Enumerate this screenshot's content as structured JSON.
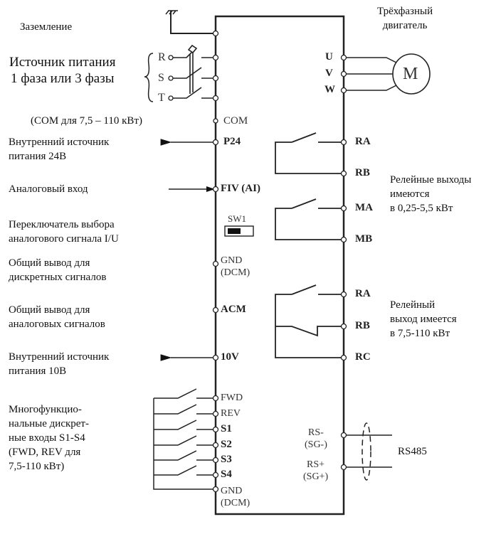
{
  "labels": {
    "ground": "Заземление",
    "motor": "Трёхфазный\nдвигатель",
    "power_source": "Источник питания\n1 фаза или 3 фазы",
    "com_note": "(COM для 7,5 – 110 кВт)",
    "internal_24v": "Внутренний источник\nпитания 24В",
    "analog_input": "Аналоговый вход",
    "sw_selector": "Переключатель выбора\nаналогового сигнала I/U",
    "common_discrete": "Общий вывод для\nдискретных сигналов",
    "common_analog": "Общий вывод для\nаналоговых сигналов",
    "internal_10v": "Внутренний источник\nпитания 10В",
    "multi_inputs": "Многофункцио-\nнальные дискрет-\nные входы S1-S4\n(FWD, REV для\n7,5-110 кВт)",
    "relay_small": "Релейные выходы\nимеются\nв 0,25-5,5 кВт",
    "relay_large": "Релейный\nвыход имеется\nв 7,5-110 кВт",
    "rs485": "RS485"
  },
  "supply_phases": [
    "R",
    "S",
    "T"
  ],
  "motor_terminals": [
    "U",
    "V",
    "W"
  ],
  "motor_symbol": "M",
  "left_terminals": {
    "com": "COM",
    "p24": "P24",
    "fiv": "FIV (AI)",
    "sw1": "SW1",
    "gnd1": "GND\n(DCM)",
    "acm": "ACM",
    "v10": "10V",
    "fwd": "FWD",
    "rev": "REV",
    "s1": "S1",
    "s2": "S2",
    "s3": "S3",
    "s4": "S4",
    "gnd2": "GND\n(DCM)"
  },
  "right_terminals": {
    "ra1": "RA",
    "rb1": "RB",
    "ma": "MA",
    "mb": "MB",
    "ra2": "RA",
    "rb2": "RB",
    "rc": "RC",
    "rs_minus": "RS-\n(SG-)",
    "rs_plus": "RS+\n(SG+)"
  }
}
